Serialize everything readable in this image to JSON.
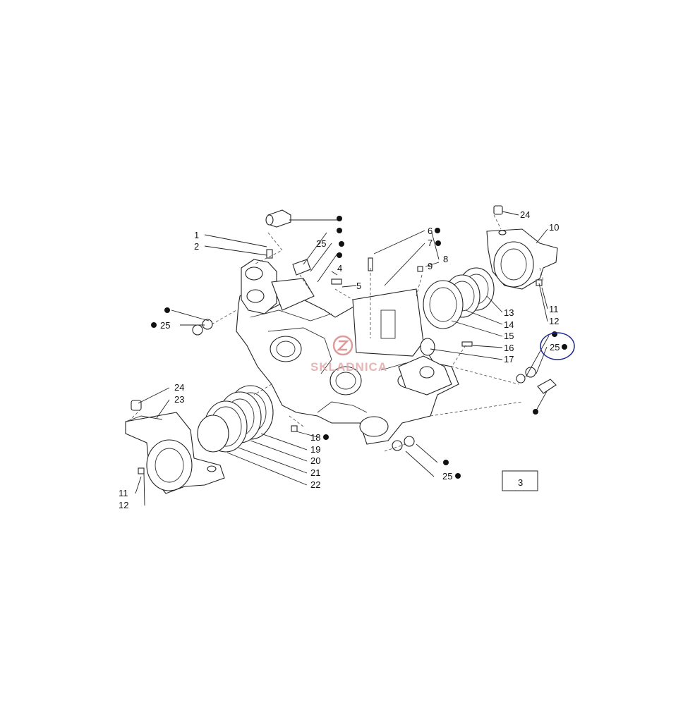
{
  "diagram": {
    "callouts": [
      "1",
      "2",
      "25",
      "4",
      "5",
      "6",
      "7",
      "8",
      "9",
      "24",
      "10",
      "11",
      "12",
      "13",
      "14",
      "15",
      "16",
      "17",
      "25",
      "25",
      "24",
      "23",
      "11",
      "12",
      "18",
      "19",
      "20",
      "21",
      "22",
      "25"
    ],
    "legend_box": {
      "label": "3"
    },
    "watermark": "SKLADNICA",
    "highlight": "25"
  }
}
